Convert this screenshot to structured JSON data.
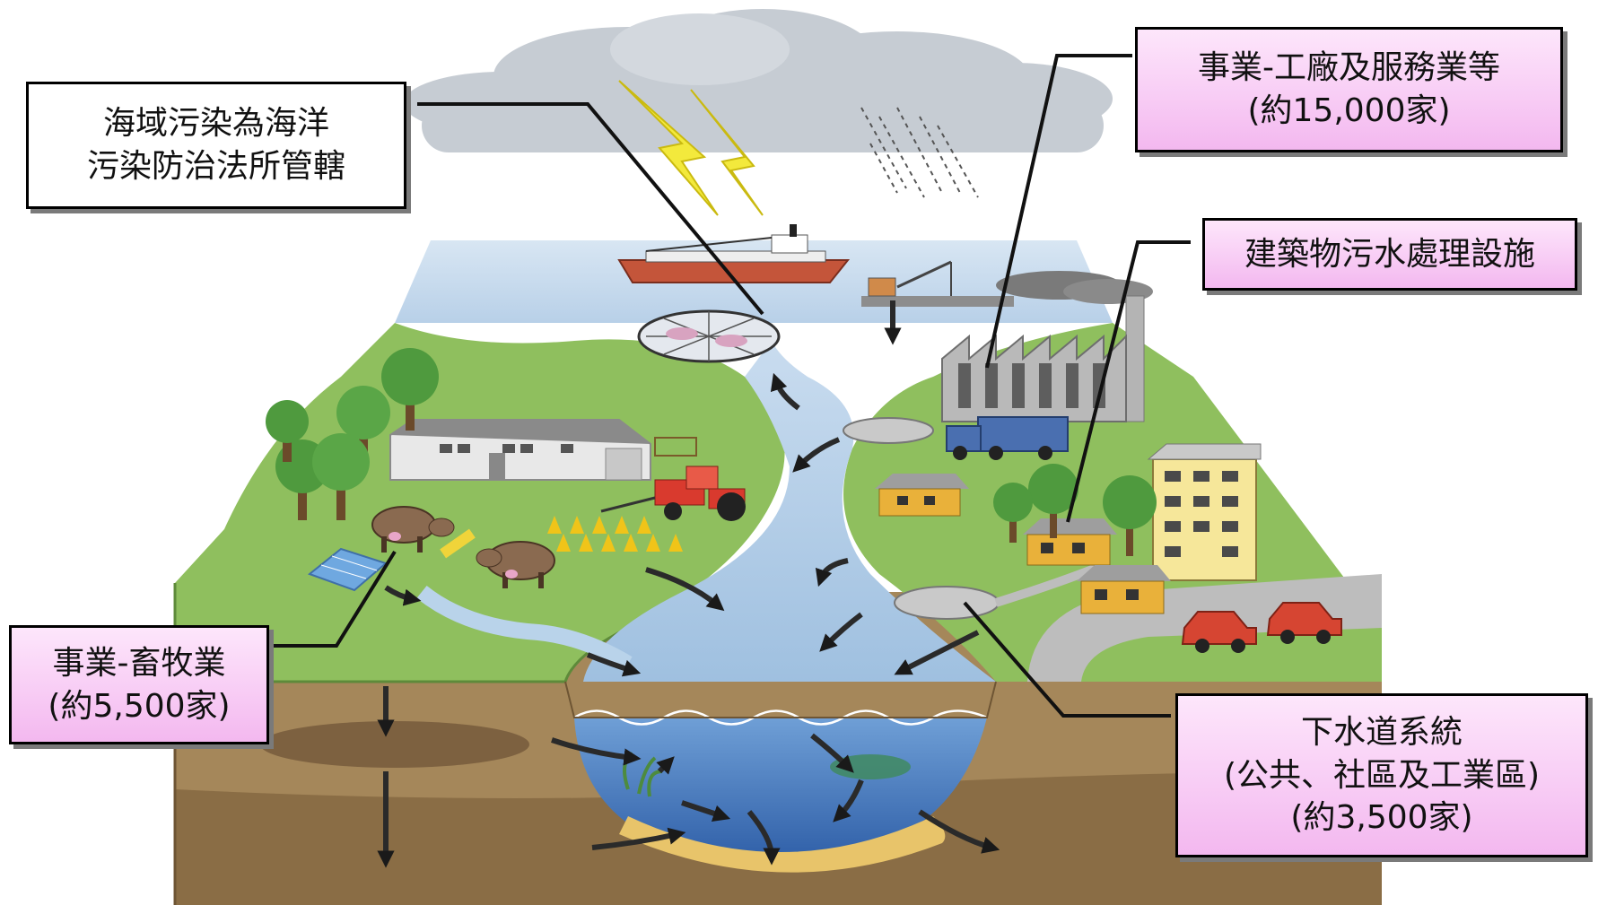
{
  "callouts": {
    "marine": {
      "line1": "海域污染為海洋",
      "line2": "污染防治法所管轄"
    },
    "factory": {
      "line1": "事業-工廠及服務業等",
      "line2": "(約15,000家)"
    },
    "building": {
      "line1": "建築物污水處理設施"
    },
    "livestock": {
      "line1": "事業-畜牧業",
      "line2": "(約5,500家)"
    },
    "sewer": {
      "line1": "下水道系統",
      "line2": "(公共、社區及工業區)",
      "line3": "(約3,500家)"
    }
  },
  "colors": {
    "pink_box": "#f8cdf5",
    "white_box": "#ffffff",
    "land": "#8fbf5e",
    "water": "#b9d3ea",
    "soil": "#9c7d52",
    "sky_cloud": "#c9cfd6"
  }
}
